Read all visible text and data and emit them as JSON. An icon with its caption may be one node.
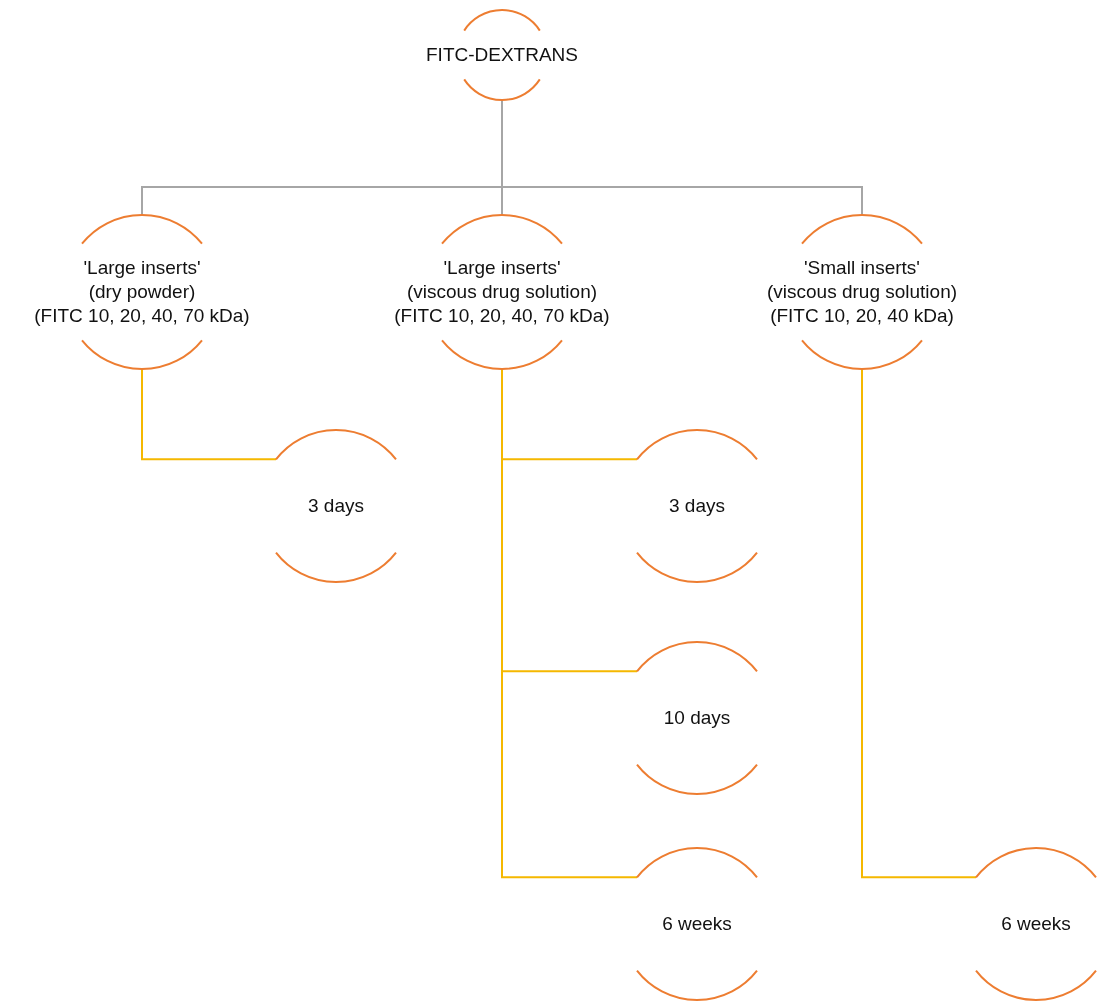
{
  "diagram": {
    "nodes": [
      {
        "text": [
          "FITC-DEXTRANS"
        ]
      },
      {
        "text": [
          "'Large inserts' (dry powder) (FITC 10, 20, 40, 70 kDa)"
        ]
      },
      {
        "text": [
          "'Large inserts' (viscous drug solution) (FITC 10, 20, 40, 70 kDa)"
        ]
      },
      {
        "text": [
          "'Small inserts' (viscous drug solution) (FITC 10, 20, 40 kDa)"
        ]
      },
      {
        "text": [
          "3 days"
        ]
      },
      {
        "text": [
          "3 days"
        ]
      },
      {
        "text": [
          "10 days"
        ]
      },
      {
        "text": [
          "6 weeks"
        ]
      },
      {
        "text": [
          "6 weeks"
        ]
      }
    ],
    "edges": [
      {
        "from": 0,
        "to": 1,
        "arrow": "none",
        "color": "#a6a6a6"
      },
      {
        "from": 0,
        "to": 2,
        "arrow": "none",
        "color": "#a6a6a6"
      },
      {
        "from": 0,
        "to": 3,
        "arrow": "none",
        "color": "#a6a6a6"
      },
      {
        "from": 1,
        "to": 4,
        "arrow": "none"
      },
      {
        "from": 2,
        "to": 5,
        "arrow": "none"
      },
      {
        "from": 2,
        "to": 6,
        "arrow": "none"
      },
      {
        "from": 2,
        "to": 7,
        "arrow": "none"
      },
      {
        "from": 3,
        "to": 8,
        "arrow": "none"
      }
    ]
  }
}
